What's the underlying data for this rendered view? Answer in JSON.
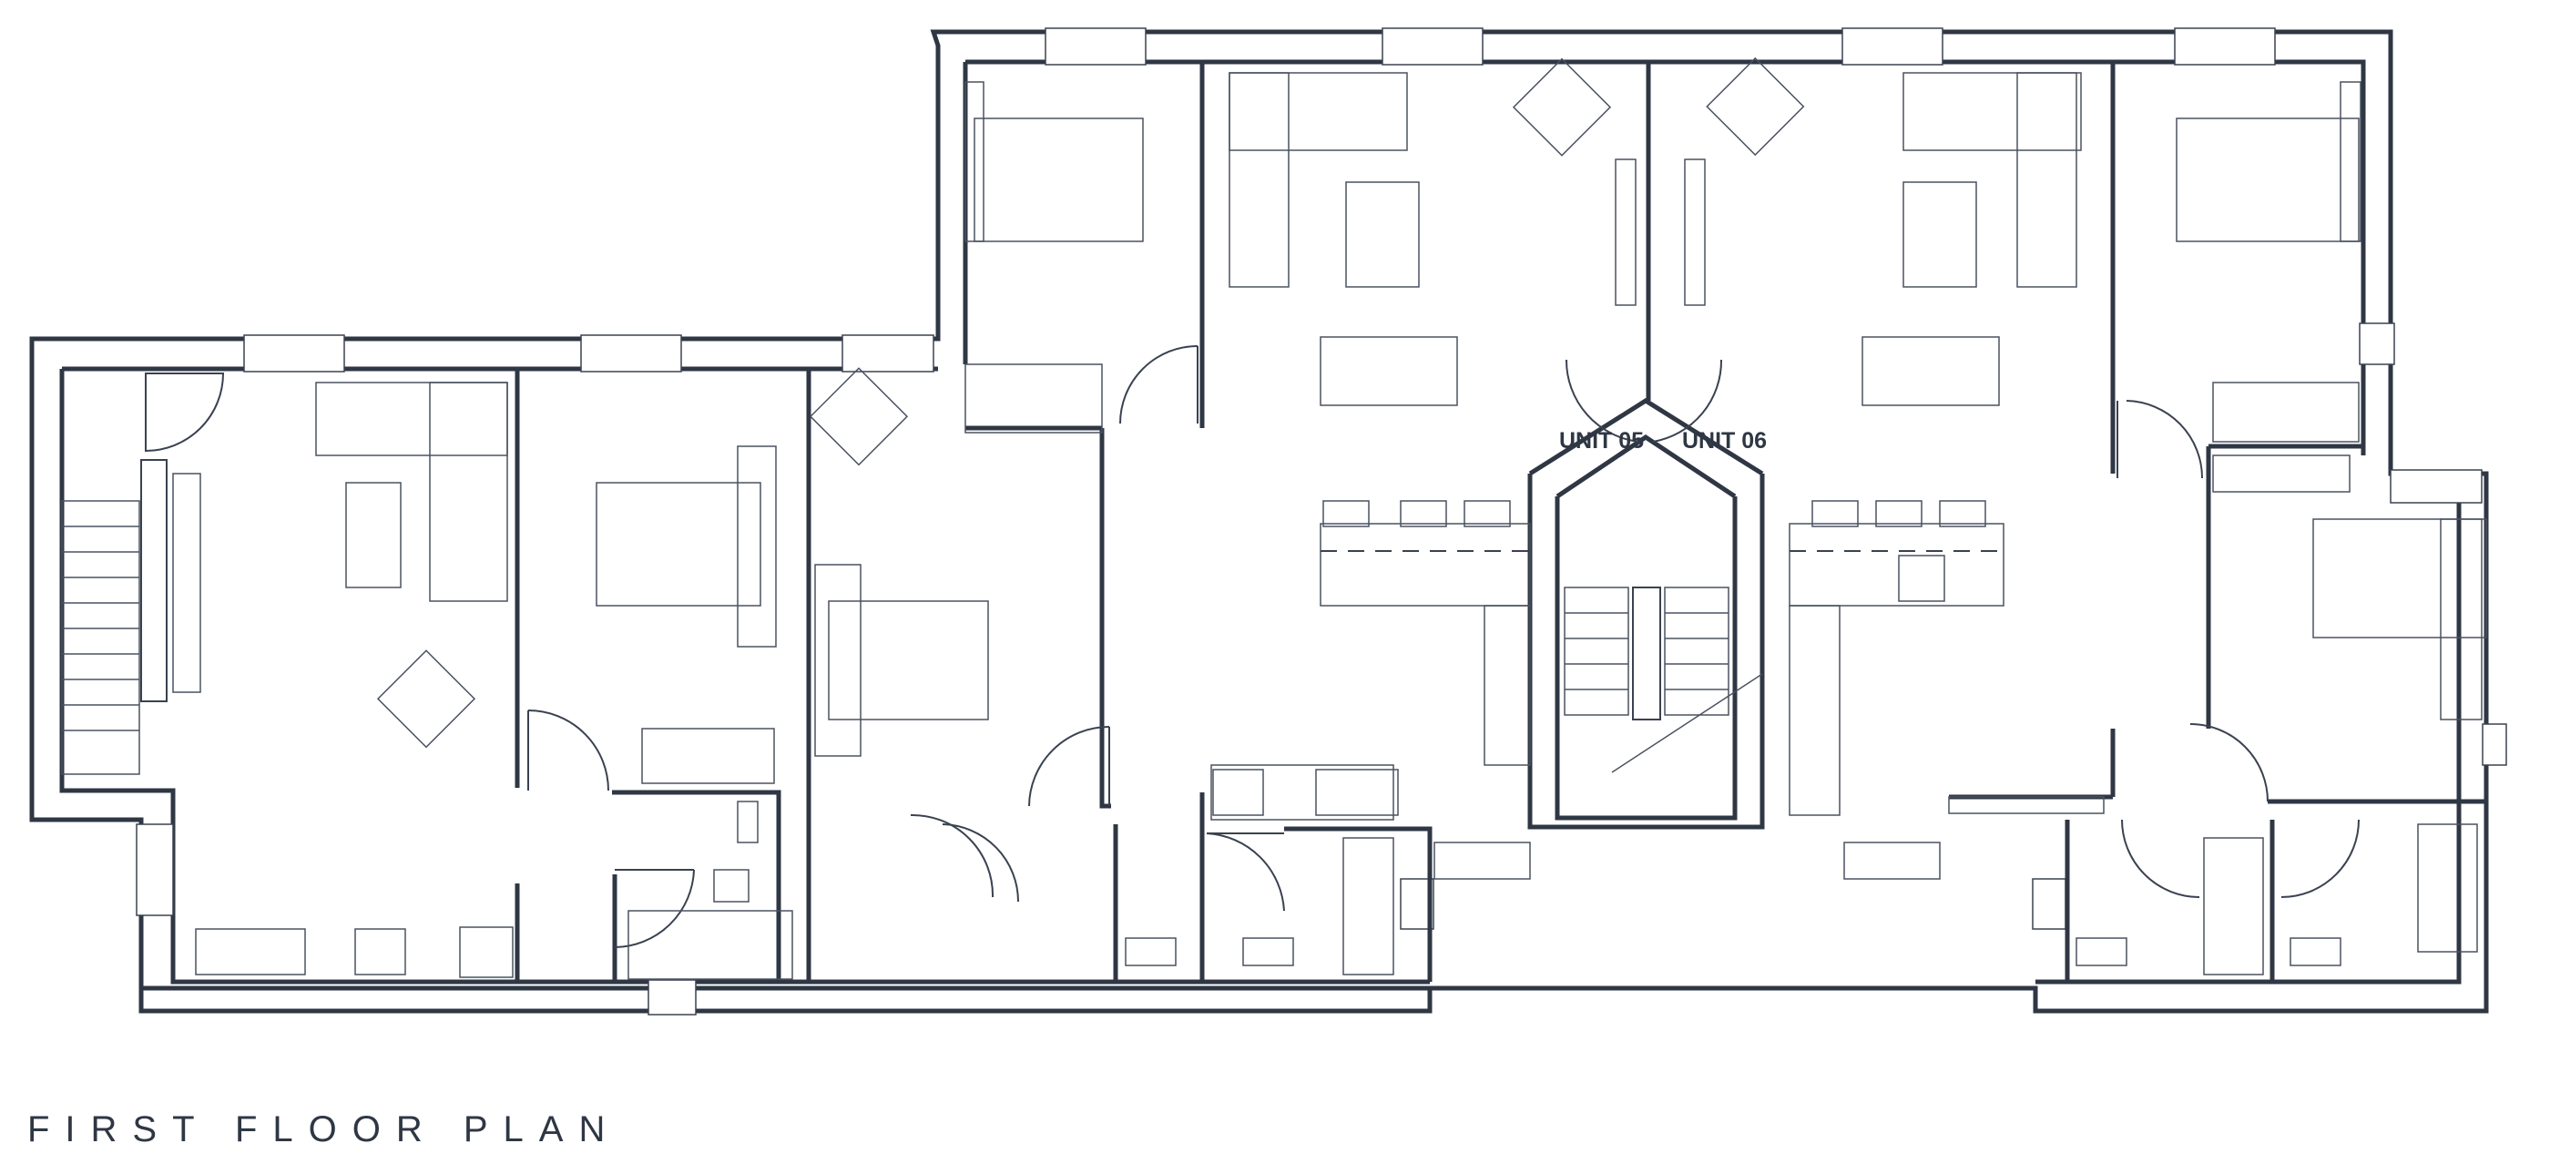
{
  "plan": {
    "title": "FIRST FLOOR PLAN",
    "unit_labels": [
      "UNIT 05",
      "UNIT 06"
    ]
  },
  "colors": {
    "line": "#2f3744",
    "background": "#ffffff"
  }
}
